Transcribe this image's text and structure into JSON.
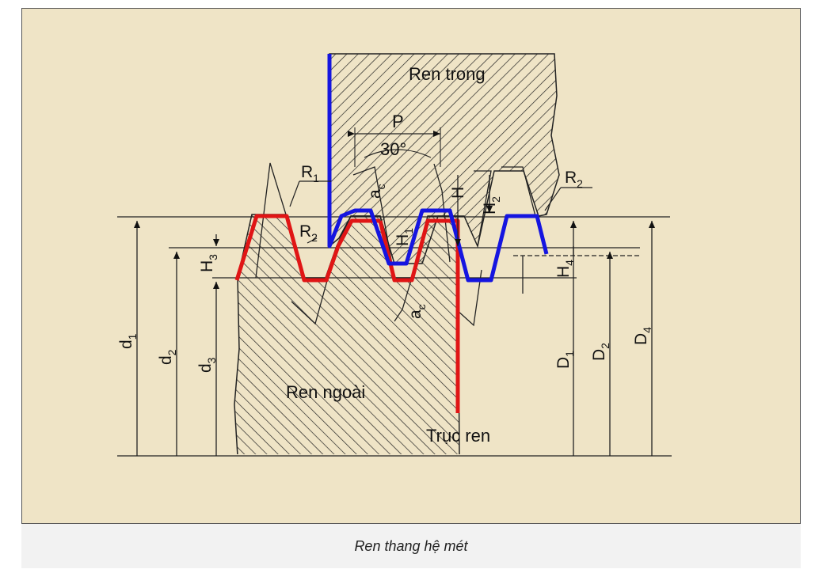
{
  "diagram": {
    "labels": {
      "ren_trong": "Ren trong",
      "ren_ngoai": "Ren ngoài",
      "truc_ren": "Trục ren",
      "pitch": "P",
      "angle": "30°",
      "r1": "R",
      "r1_sub": "1",
      "r2_left": "R",
      "r2_left_sub": "2",
      "r2_right": "R",
      "r2_right_sub": "2",
      "h": "H",
      "h1": "H",
      "h1_sub": "1",
      "h2": "H",
      "h2_sub": "2",
      "h3": "H",
      "h3_sub": "3",
      "h4": "H",
      "h4_sub": "4",
      "ac_top": "a",
      "ac_top_sub": "c",
      "ac_bottom": "a",
      "ac_bottom_sub": "c",
      "d1": "d",
      "d1_sub": "1",
      "d2": "d",
      "d2_sub": "2",
      "d3": "d",
      "d3_sub": "3",
      "D1": "D",
      "D1_sub": "1",
      "D2": "D",
      "D2_sub": "2",
      "D4": "D",
      "D4_sub": "4"
    },
    "colors": {
      "panel_bg": "#efe4c6",
      "internal_thread": "#1515e0",
      "external_thread": "#e01515",
      "hatch": "#222222"
    }
  },
  "caption": "Ren thang hệ mét"
}
